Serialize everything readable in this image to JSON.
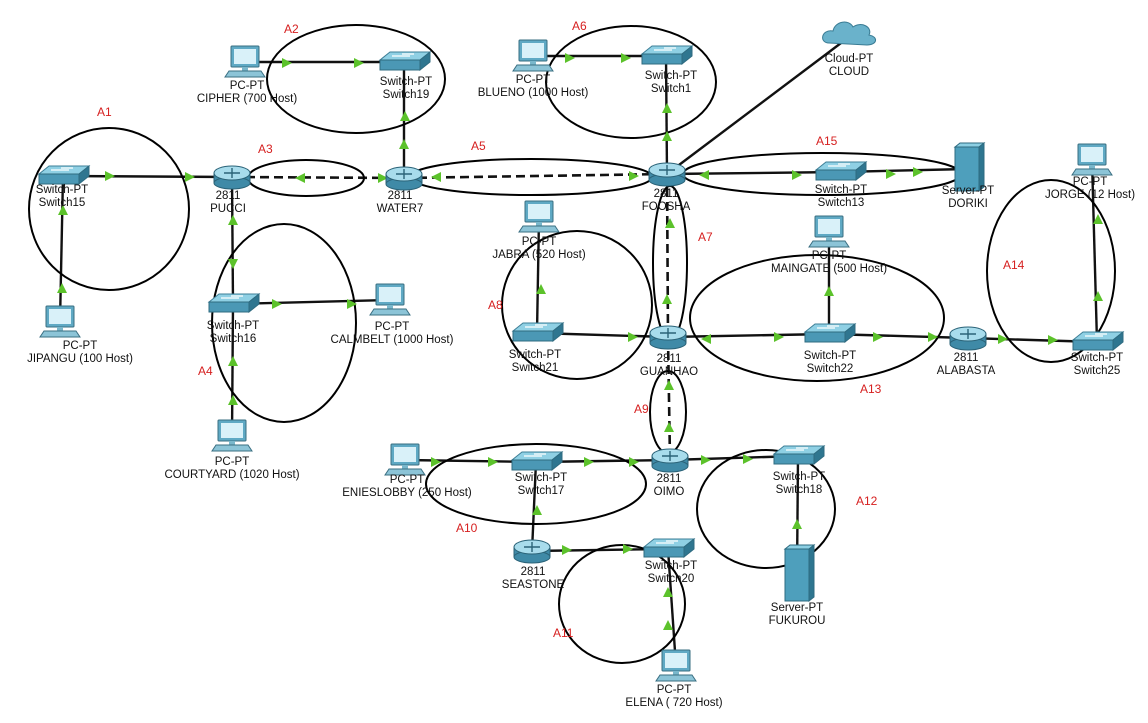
{
  "diagram": {
    "colors": {
      "link": "#111111",
      "port_up": "#5cc22b",
      "area_label": "#d62020",
      "device": "#4b98b5"
    },
    "devices": [
      {
        "id": "switch15",
        "type": "switch",
        "label1": "Switch-PT",
        "label2": "Switch15"
      },
      {
        "id": "jipangu",
        "type": "pc",
        "label1": "PC-PT",
        "label2": "JIPANGU (100 Host)"
      },
      {
        "id": "pucci",
        "type": "router",
        "label1": "2811",
        "label2": "PUCCI"
      },
      {
        "id": "cipher",
        "type": "pc",
        "label1": "PC-PT",
        "label2": "CIPHER (700 Host)"
      },
      {
        "id": "switch19",
        "type": "switch",
        "label1": "Switch-PT",
        "label2": "Switch19"
      },
      {
        "id": "water7",
        "type": "router",
        "label1": "2811",
        "label2": "WATER7"
      },
      {
        "id": "switch16",
        "type": "switch",
        "label1": "Switch-PT",
        "label2": "Switch16"
      },
      {
        "id": "calmbelt",
        "type": "pc",
        "label1": "PC-PT",
        "label2": "CALMBELT (1000 Host)"
      },
      {
        "id": "courtyard",
        "type": "pc",
        "label1": "PC-PT",
        "label2": "COURTYARD (1020 Host)"
      },
      {
        "id": "blueno",
        "type": "pc",
        "label1": "PC-PT",
        "label2": "BLUENO (1000 Host)"
      },
      {
        "id": "switch1",
        "type": "switch",
        "label1": "Switch-PT",
        "label2": "Switch1"
      },
      {
        "id": "cloud",
        "type": "cloud",
        "label1": "Cloud-PT",
        "label2": "CLOUD"
      },
      {
        "id": "foosha",
        "type": "router",
        "label1": "2811",
        "label2": "FOOSHA"
      },
      {
        "id": "switch13",
        "type": "switch",
        "label1": "Switch-PT",
        "label2": "Switch13"
      },
      {
        "id": "doriki",
        "type": "server",
        "label1": "Server-PT",
        "label2": "DORIKI"
      },
      {
        "id": "jorge",
        "type": "pc",
        "label1": "PC-PT",
        "label2": "JORGE (12 Host)"
      },
      {
        "id": "jabra",
        "type": "pc",
        "label1": "PC-PT",
        "label2": "JABRA (520 Host)"
      },
      {
        "id": "switch21",
        "type": "switch",
        "label1": "Switch-PT",
        "label2": "Switch21"
      },
      {
        "id": "guanhao",
        "type": "router",
        "label1": "2811",
        "label2": "GUANHAO"
      },
      {
        "id": "maingate",
        "type": "pc",
        "label1": "PC-PT",
        "label2": "MAINGATE (500 Host)"
      },
      {
        "id": "switch22",
        "type": "switch",
        "label1": "Switch-PT",
        "label2": "Switch22"
      },
      {
        "id": "alabasta",
        "type": "router",
        "label1": "2811",
        "label2": "ALABASTA"
      },
      {
        "id": "switch25",
        "type": "switch",
        "label1": "Switch-PT",
        "label2": "Switch25"
      },
      {
        "id": "enieslobby",
        "type": "pc",
        "label1": "PC-PT",
        "label2": "ENIESLOBBY (250 Host)"
      },
      {
        "id": "switch17",
        "type": "switch",
        "label1": "Switch-PT",
        "label2": "Switch17"
      },
      {
        "id": "oimo",
        "type": "router",
        "label1": "2811",
        "label2": "OIMO"
      },
      {
        "id": "switch18",
        "type": "switch",
        "label1": "Switch-PT",
        "label2": "Switch18"
      },
      {
        "id": "seastone",
        "type": "router",
        "label1": "2811",
        "label2": "SEASTONE"
      },
      {
        "id": "switch20",
        "type": "switch",
        "label1": "Switch-PT",
        "label2": "Switch20"
      },
      {
        "id": "fukurou",
        "type": "server",
        "label1": "Server-PT",
        "label2": "FUKUROU"
      },
      {
        "id": "elena",
        "type": "pc",
        "label1": "PC-PT",
        "label2": "ELENA ( 720 Host)"
      }
    ],
    "links": [
      {
        "from": "jipangu",
        "to": "switch15",
        "style": "solid"
      },
      {
        "from": "switch15",
        "to": "pucci",
        "style": "solid"
      },
      {
        "from": "pucci",
        "to": "water7",
        "style": "dashed"
      },
      {
        "from": "cipher",
        "to": "switch19",
        "style": "solid"
      },
      {
        "from": "switch19",
        "to": "water7",
        "style": "solid"
      },
      {
        "from": "pucci",
        "to": "switch16",
        "style": "solid"
      },
      {
        "from": "switch16",
        "to": "calmbelt",
        "style": "solid"
      },
      {
        "from": "courtyard",
        "to": "switch16",
        "style": "solid"
      },
      {
        "from": "water7",
        "to": "foosha",
        "style": "dashed"
      },
      {
        "from": "blueno",
        "to": "switch1",
        "style": "solid"
      },
      {
        "from": "switch1",
        "to": "foosha",
        "style": "solid"
      },
      {
        "from": "foosha",
        "to": "cloud",
        "style": "solid"
      },
      {
        "from": "foosha",
        "to": "switch13",
        "style": "solid"
      },
      {
        "from": "switch13",
        "to": "doriki",
        "style": "solid"
      },
      {
        "from": "foosha",
        "to": "guanhao",
        "style": "dashed"
      },
      {
        "from": "jabra",
        "to": "switch21",
        "style": "solid"
      },
      {
        "from": "switch21",
        "to": "guanhao",
        "style": "solid"
      },
      {
        "from": "guanhao",
        "to": "switch22",
        "style": "solid"
      },
      {
        "from": "maingate",
        "to": "switch22",
        "style": "solid"
      },
      {
        "from": "switch22",
        "to": "alabasta",
        "style": "solid"
      },
      {
        "from": "alabasta",
        "to": "switch25",
        "style": "solid"
      },
      {
        "from": "jorge",
        "to": "switch25",
        "style": "solid"
      },
      {
        "from": "guanhao",
        "to": "oimo",
        "style": "dashed"
      },
      {
        "from": "enieslobby",
        "to": "switch17",
        "style": "solid"
      },
      {
        "from": "switch17",
        "to": "oimo",
        "style": "solid"
      },
      {
        "from": "oimo",
        "to": "switch18",
        "style": "solid"
      },
      {
        "from": "switch18",
        "to": "fukurou",
        "style": "solid"
      },
      {
        "from": "switch17",
        "to": "seastone",
        "style": "solid"
      },
      {
        "from": "seastone",
        "to": "switch20",
        "style": "solid"
      },
      {
        "from": "switch20",
        "to": "elena",
        "style": "solid"
      }
    ],
    "areas": [
      "A1",
      "A2",
      "A3",
      "A4",
      "A5",
      "A6",
      "A7",
      "A8",
      "A9",
      "A10",
      "A11",
      "A12",
      "A13",
      "A14",
      "A15"
    ]
  }
}
